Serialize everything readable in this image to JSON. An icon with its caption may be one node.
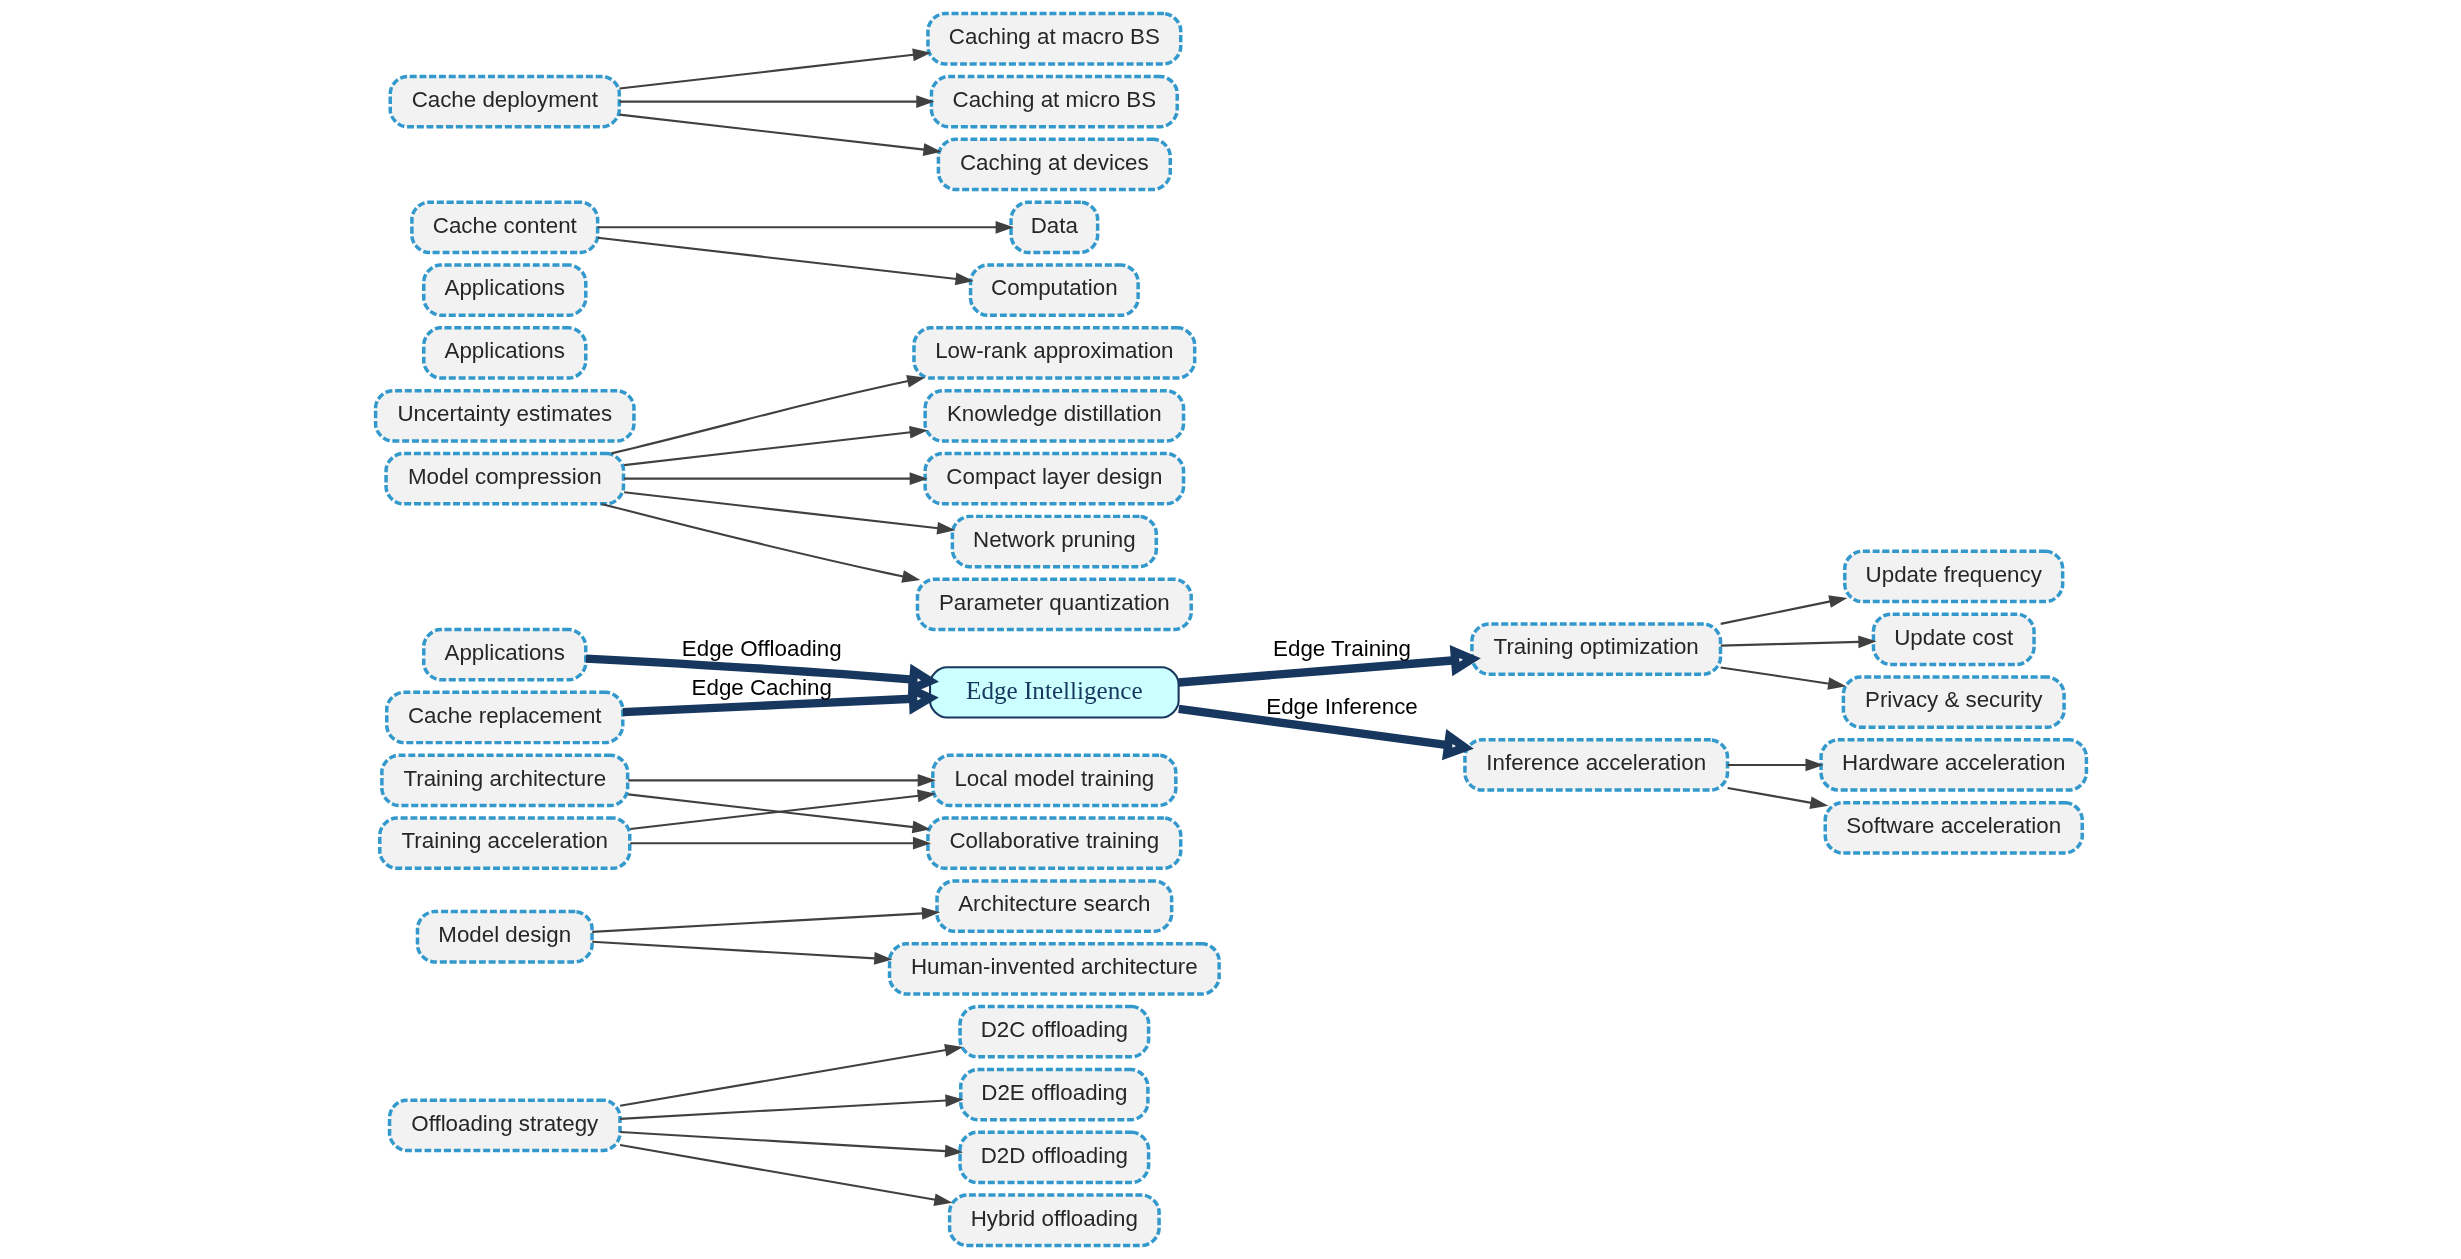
{
  "diagram": {
    "nodes": [
      {
        "text": [
          "D2C offloading"
        ]
      },
      {
        "text": [
          "D2E offloading"
        ]
      },
      {
        "text": [
          "D2D offloading"
        ]
      },
      {
        "text": [
          "Hybrid offloading"
        ]
      },
      {
        "text": [
          "Architecture search"
        ]
      },
      {
        "text": [
          "Local model training"
        ]
      },
      {
        "text": [
          "Training architecture"
        ]
      },
      {
        "text": [
          "Offloading strategy"
        ]
      },
      {
        "text": [
          "Model design"
        ]
      },
      {
        "text": [
          "Human-invented architecture"
        ]
      },
      {
        "text": [
          "Applications"
        ]
      },
      {
        "text": [
          "Collaborative training"
        ]
      },
      {
        "text": [
          "Training acceleration"
        ]
      },
      {
        "text": [
          "Low-rank approximation"
        ]
      },
      {
        "text": [
          "Knowledge distillation"
        ]
      },
      {
        "text": [
          "Model compression"
        ]
      },
      {
        "text": [
          "Update frequency"
        ]
      },
      {
        "text": [
          "Training optimization"
        ]
      },
      {
        "text": [
          "Compact layer design"
        ]
      },
      {
        "text": [
          "Edge Intelligence"
        ]
      },
      {
        "text": [
          "Inference acceleration"
        ]
      },
      {
        "text": [
          "Network pruning"
        ]
      },
      {
        "text": [
          "Uncertainty estimates"
        ]
      },
      {
        "text": [
          "Update cost"
        ]
      },
      {
        "text": [
          "Parameter quantization"
        ]
      },
      {
        "text": [
          "Applications"
        ]
      },
      {
        "text": [
          "Applications"
        ]
      },
      {
        "text": [
          "Privacy & security"
        ]
      },
      {
        "text": [
          "Hardware acceleration"
        ]
      },
      {
        "text": [
          "Cache replacement"
        ]
      },
      {
        "text": [
          "Software acceleration"
        ]
      },
      {
        "text": [
          "Data"
        ]
      },
      {
        "text": [
          "Cache content"
        ]
      },
      {
        "text": [
          "Computation"
        ]
      },
      {
        "text": [
          "Cache deployment"
        ]
      },
      {
        "text": [
          "Caching at macro BS"
        ]
      },
      {
        "text": [
          "Caching at micro BS"
        ]
      },
      {
        "text": [
          "Caching at devices"
        ]
      }
    ],
    "edges": [
      {
        "from": 7,
        "to": 0,
        "arrow": "to"
      },
      {
        "from": 7,
        "to": 1,
        "arrow": "to"
      },
      {
        "from": 7,
        "to": 2,
        "arrow": "to"
      },
      {
        "from": 7,
        "to": 3,
        "arrow": "to"
      },
      {
        "from": 6,
        "to": 5,
        "arrow": "to"
      },
      {
        "from": 6,
        "to": 11,
        "arrow": "to"
      },
      {
        "from": 12,
        "to": 5,
        "arrow": "to"
      },
      {
        "from": 12,
        "to": 11,
        "arrow": "to"
      },
      {
        "from": 17,
        "to": 16,
        "arrow": "to"
      },
      {
        "from": 17,
        "to": 23,
        "arrow": "to"
      },
      {
        "from": 17,
        "to": 27,
        "arrow": "to"
      },
      {
        "from": 8,
        "to": 4,
        "arrow": "to"
      },
      {
        "from": 8,
        "to": 9,
        "arrow": "to"
      },
      {
        "from": 15,
        "to": 13,
        "arrow": "to"
      },
      {
        "from": 15,
        "to": 14,
        "arrow": "to"
      },
      {
        "from": 15,
        "to": 18,
        "arrow": "to"
      },
      {
        "from": 15,
        "to": 21,
        "arrow": "to"
      },
      {
        "from": 15,
        "to": 24,
        "arrow": "to"
      },
      {
        "from": 20,
        "to": 28,
        "arrow": "to"
      },
      {
        "from": 20,
        "to": 30,
        "arrow": "to"
      },
      {
        "from": 10,
        "to": 19,
        "arrow": "to",
        "label": "Edge Offloading",
        "style": "thick",
        "color": "#17375e"
      },
      {
        "from": 19,
        "to": 17,
        "arrow": "to",
        "label": "Edge Training",
        "style": "thick",
        "color": "#17375e"
      },
      {
        "from": 19,
        "to": 20,
        "arrow": "to",
        "label": "Edge Inference",
        "style": "thick",
        "color": "#17375e"
      },
      {
        "from": 29,
        "to": 19,
        "arrow": "to",
        "label": "Edge Caching",
        "style": "thick",
        "color": "#17375e"
      },
      {
        "from": 32,
        "to": 31,
        "arrow": "to"
      },
      {
        "from": 32,
        "to": 33,
        "arrow": "to"
      },
      {
        "from": 34,
        "to": 35,
        "arrow": "to"
      },
      {
        "from": 34,
        "to": 36,
        "arrow": "to"
      },
      {
        "from": 34,
        "to": 37,
        "arrow": "to"
      }
    ]
  }
}
